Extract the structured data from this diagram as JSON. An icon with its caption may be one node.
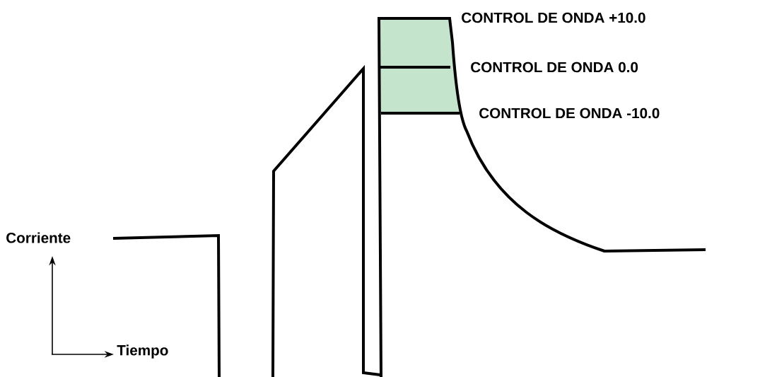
{
  "diagram": {
    "labels": [
      "CONTROL DE ONDA +10.0",
      "CONTROL DE ONDA 0.0",
      "CONTROL DE ONDA -10.0",
      "Corriente",
      "Tiempo"
    ]
  }
}
